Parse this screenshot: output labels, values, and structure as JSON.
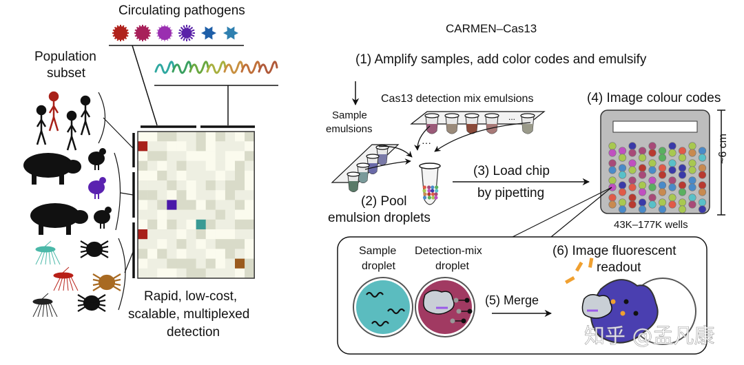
{
  "left_panel": {
    "pathogens_title": "Circulating pathogens",
    "population_title_line1": "Population",
    "population_title_line2": "subset",
    "caption_line1": "Rapid, low-cost,",
    "caption_line2": "scalable, multiplexed",
    "caption_line3": "detection",
    "pathogen_icons": [
      {
        "name": "virus-spiky-red",
        "color": "#b0221c"
      },
      {
        "name": "virus-round-magenta",
        "color": "#a8205a"
      },
      {
        "name": "virus-spiked-purple",
        "color": "#9a2fb0"
      },
      {
        "name": "virus-dotted-violet",
        "color": "#5a22a8"
      },
      {
        "name": "virus-hex-blue",
        "color": "#1f5fa8"
      },
      {
        "name": "virus-star-teal",
        "color": "#2f80b0"
      }
    ],
    "worm_colors": [
      "#2fa8a0",
      "#3aa060",
      "#6aa840",
      "#a8b040",
      "#c89040",
      "#c0703a",
      "#b05a3a"
    ],
    "population_groups": [
      "humans",
      "livestock",
      "vectors"
    ],
    "heatmap": {
      "rows": 15,
      "cols": 12,
      "levels": [
        [
          0,
          0,
          2,
          2,
          1,
          1,
          2,
          0,
          2,
          1,
          0,
          2
        ],
        [
          9,
          1,
          1,
          0,
          0,
          1,
          2,
          0,
          1,
          1,
          1,
          0
        ],
        [
          0,
          2,
          2,
          1,
          1,
          0,
          0,
          0,
          1,
          0,
          0,
          2
        ],
        [
          2,
          1,
          0,
          1,
          2,
          1,
          1,
          0,
          1,
          0,
          2,
          1
        ],
        [
          0,
          0,
          2,
          1,
          0,
          1,
          1,
          1,
          0,
          1,
          2,
          0
        ],
        [
          1,
          1,
          1,
          2,
          1,
          0,
          1,
          2,
          1,
          2,
          2,
          0
        ],
        [
          2,
          2,
          1,
          0,
          2,
          0,
          1,
          1,
          0,
          2,
          1,
          1
        ],
        [
          0,
          1,
          2,
          8,
          2,
          2,
          0,
          2,
          1,
          1,
          2,
          0
        ],
        [
          1,
          1,
          0,
          1,
          1,
          1,
          1,
          1,
          2,
          1,
          0,
          0
        ],
        [
          0,
          2,
          0,
          2,
          1,
          0,
          7,
          2,
          1,
          1,
          2,
          2
        ],
        [
          9,
          1,
          1,
          1,
          0,
          1,
          2,
          0,
          0,
          0,
          1,
          1
        ],
        [
          1,
          1,
          0,
          1,
          2,
          1,
          0,
          1,
          2,
          2,
          2,
          0
        ],
        [
          2,
          0,
          2,
          1,
          0,
          1,
          1,
          0,
          0,
          2,
          1,
          0
        ],
        [
          0,
          1,
          1,
          2,
          2,
          2,
          1,
          2,
          0,
          1,
          6,
          2
        ],
        [
          1,
          1,
          0,
          0,
          1,
          2,
          2,
          1,
          1,
          1,
          0,
          2
        ]
      ],
      "positive_colors": {
        "9": "#a8201a",
        "8": "#4a18a8",
        "7": "#3a9a94",
        "6": "#9a5a1e"
      },
      "shade_colors": [
        "#fbfbee",
        "#eeefe2",
        "#d9dbc9"
      ]
    }
  },
  "right_panel": {
    "title": "CARMEN–Cas13",
    "step1": "(1) Amplify samples, add color codes and emulsify",
    "cas13_label": "Cas13 detection mix emulsions",
    "sample_label_line1": "Sample",
    "sample_label_line2": "emulsions",
    "step2_line1": "(2) Pool",
    "step2_line2": "emulsion droplets",
    "step3_line1": "(3) Load chip",
    "step3_line2": "by pipetting",
    "step4": "(4) Image colour codes",
    "chip_size": "~6 cm",
    "wells_label": "43K–177K wells",
    "ellipsis": "...",
    "sample_droplet_line1": "Sample",
    "sample_droplet_line2": "droplet",
    "detection_droplet_line1": "Detection-mix",
    "detection_droplet_line2": "droplet",
    "step5": "(5) Merge",
    "step6_line1": "(6) Image fluorescent",
    "step6_line2": "readout",
    "detection_tube_colors": [
      "#9a5a78",
      "#9a8a7a",
      "#8a4a3a",
      "#a87a78",
      "#9a9a8a"
    ],
    "sample_tube_colors": [
      "#7a7aa8",
      "#6a6aa8",
      "#7a9a9a",
      "#5a7a68"
    ],
    "droplet_colors": {
      "sample": "#5bbcbf",
      "detection": "#a13a62",
      "merged": "#4a3fb0",
      "glow": "#f0a030"
    },
    "well_palette": [
      "#e05a48",
      "#a84a78",
      "#4a8ac8",
      "#5ab060",
      "#a8c850",
      "#c050c0",
      "#3a3aa8",
      "#58c0c8",
      "#c88a50",
      "#b83a30"
    ]
  },
  "watermark": "知乎 @孟凡康"
}
